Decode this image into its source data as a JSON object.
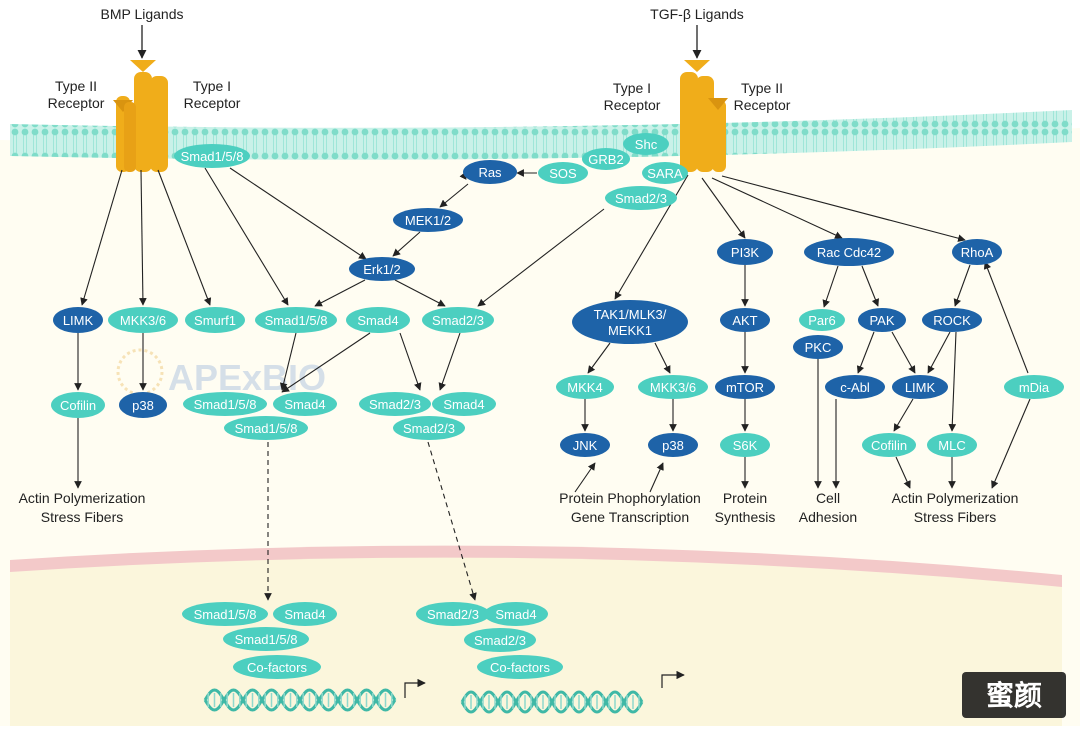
{
  "colors": {
    "dark_node": "#1e63a8",
    "light_node": "#4ccfc0",
    "receptor": "#f0ad1a",
    "membrane": "#8ee3d2",
    "cell_bg": "#fffdf0",
    "nucleus_border": "#f3c9c9",
    "nucleus_bg": "#fbf6dc",
    "dna": "#3fb8a6"
  },
  "ligands": {
    "bmp": "BMP Ligands",
    "tgf": "TGF-β Ligands"
  },
  "receptors": {
    "bmp_type2": [
      "Type II",
      "Receptor"
    ],
    "bmp_type1": [
      "Type I",
      "Receptor"
    ],
    "tgf_type1": [
      "Type I",
      "Receptor"
    ],
    "tgf_type2": [
      "Type II",
      "Receptor"
    ]
  },
  "nodes": {
    "smad158_top": "Smad1/5/8",
    "ras": "Ras",
    "sos": "SOS",
    "grb2": "GRB2",
    "shc": "Shc",
    "sara": "SARA",
    "smad23_top": "Smad2/3",
    "mek12": "MEK1/2",
    "erk12": "Erk1/2",
    "limk_left": "LIMK",
    "mkk36_left": "MKK3/6",
    "smurf1": "Smurf1",
    "smad158_mid": "Smad1/5/8",
    "smad4_mid": "Smad4",
    "smad23_mid": "Smad2/3",
    "cofilin_left": "Cofilin",
    "p38_left": "p38",
    "cx1_a": "Smad1/5/8",
    "cx1_b": "Smad4",
    "cx1_c": "Smad1/5/8",
    "cx2_a": "Smad2/3",
    "cx2_b": "Smad4",
    "cx2_c": "Smad2/3",
    "tak1": [
      "TAK1/MLK3/",
      "MEKK1"
    ],
    "mkk4": "MKK4",
    "mkk36_right": "MKK3/6",
    "jnk": "JNK",
    "p38_right": "p38",
    "pi3k": "PI3K",
    "akt": "AKT",
    "mtor": "mTOR",
    "s6k": "S6K",
    "raccdc42": "Rac Cdc42",
    "par6": "Par6",
    "pkc": "PKC",
    "pak": "PAK",
    "cabl": "c-Abl",
    "rhoa": "RhoA",
    "rock": "ROCK",
    "limk_right": "LIMK",
    "cofilin_right": "Cofilin",
    "mlc": "MLC",
    "mdia": "mDia",
    "nuc1_a": "Smad1/5/8",
    "nuc1_b": "Smad4",
    "nuc1_c": "Smad1/5/8",
    "nuc1_d": "Co-factors",
    "nuc2_a": "Smad2/3",
    "nuc2_b": "Smad4",
    "nuc2_c": "Smad2/3",
    "nuc2_d": "Co-factors"
  },
  "outcomes": {
    "actin_left": [
      "Actin Polymerization",
      "Stress Fibers"
    ],
    "protein_phos": [
      "Protein Phophorylation",
      "Gene Transcription"
    ],
    "protein_syn": [
      "Protein",
      "Synthesis"
    ],
    "cell_adh": [
      "Cell",
      "Adhesion"
    ],
    "actin_right": [
      "Actin Polymerization",
      "Stress Fibers"
    ]
  },
  "watermark": "APExBIO",
  "corner_mark": "蜜颜"
}
